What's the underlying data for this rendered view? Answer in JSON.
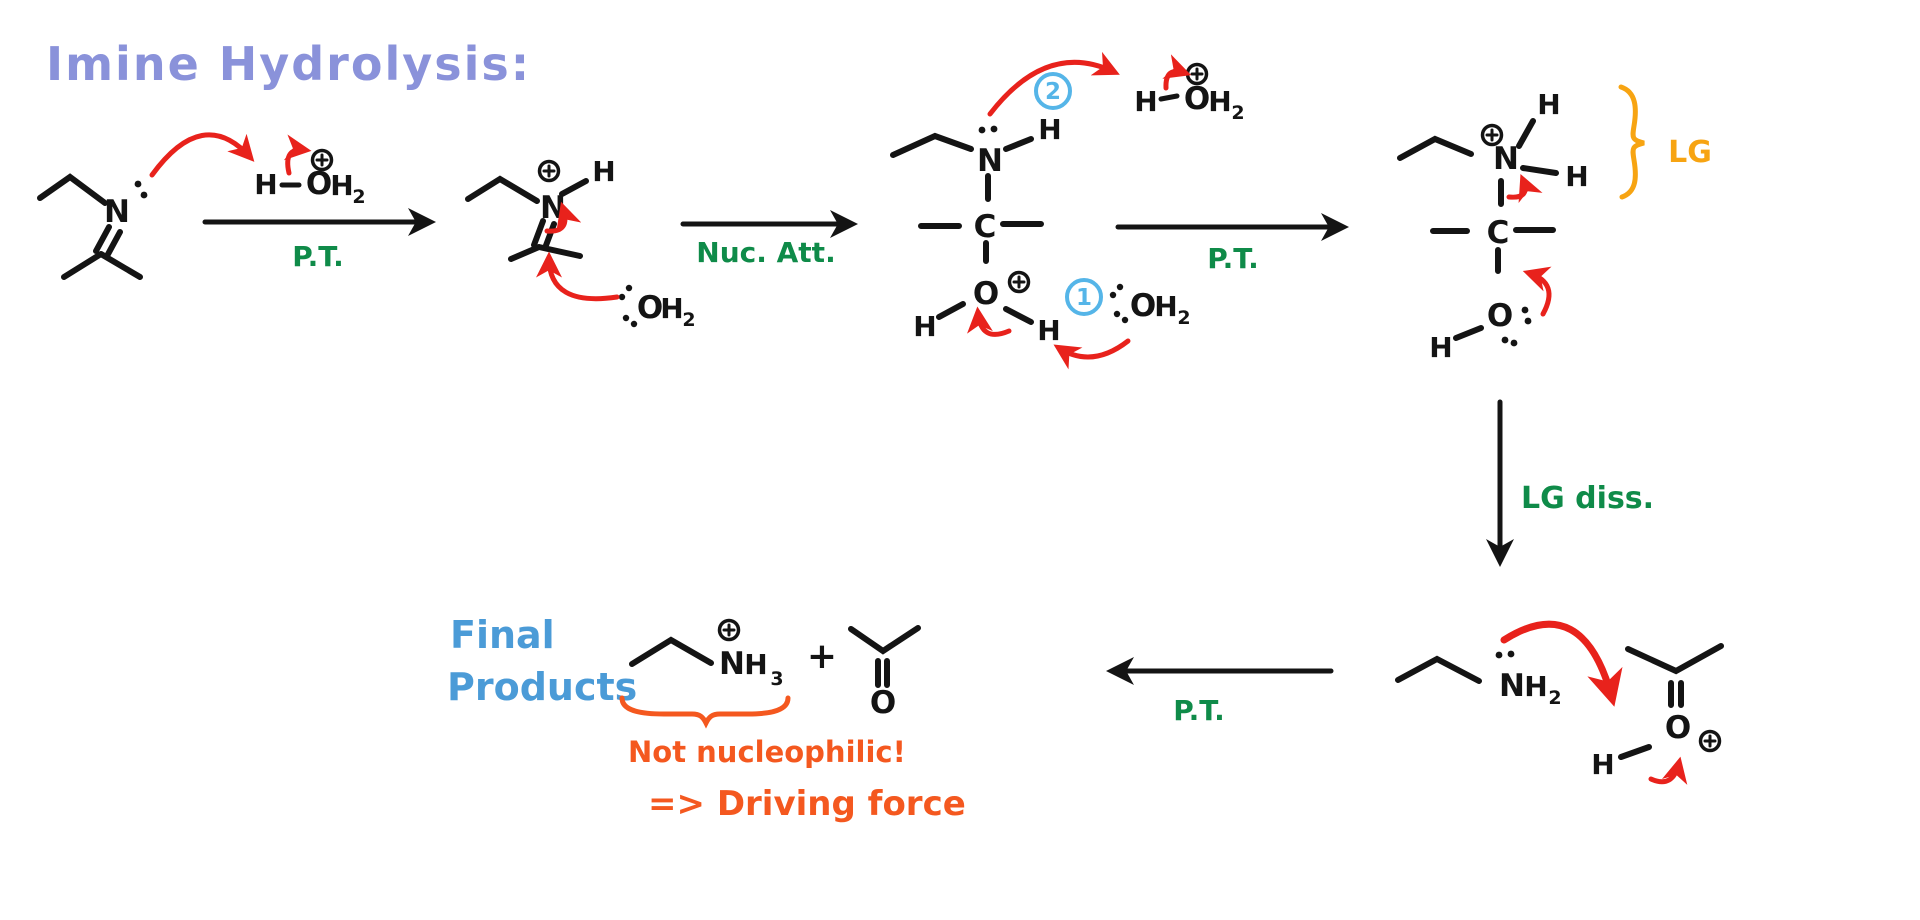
{
  "title": "Imine Hydrolysis:",
  "colors": {
    "bg": "#ffffff",
    "ink": "#141414",
    "red": "#e8221c",
    "green": "#0f8b49",
    "periwinkle": "#8a92da",
    "skyblue": "#55b5e8",
    "orange": "#f7a412",
    "orange_red": "#f4581f",
    "blue": "#4b9bd7"
  },
  "glyphs": {
    "H": "H",
    "N": "N",
    "C": "C",
    "O": "O",
    "sub2": "2",
    "sub3": "3",
    "plus": "+"
  },
  "labels": {
    "pt1": "P.T.",
    "nuc_att": "Nuc. Att.",
    "pt2": "P.T.",
    "circle1": "1",
    "circle2": "2",
    "lg": "LG",
    "lg_diss": "LG diss.",
    "pt3": "P.T.",
    "final_line1": "Final",
    "final_line2": "Products",
    "not_nucleophilic": "Not nucleophilic!",
    "driving_force": "=> Driving force"
  }
}
